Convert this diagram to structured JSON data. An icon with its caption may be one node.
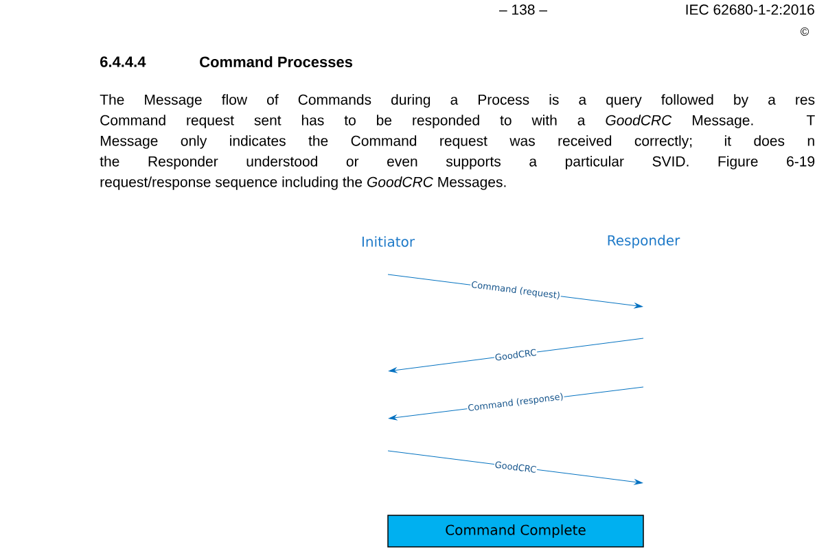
{
  "diagram": {
    "nodes": [
      {
        "text": [
          "Initiator"
        ]
      },
      {
        "text": [
          "Responder"
        ]
      },
      {
        "text": [
          "Command Complete"
        ]
      }
    ],
    "labels": [
      "– 138 –",
      "IEC 62680-1-2:2016",
      "©",
      "6.4.4.4",
      "Command Processes",
      "The Message flow of Commands during a Process is a query followed by a res",
      "Command request sent has to be responded to with a *GoodCRC* Message. T",
      "Message only indicates the Command request was received correctly; it does n",
      "the Responder understood or even supports a particular SVID. Figure 6-19",
      "request/response sequence including the *GoodCRC* Messages.",
      "Command (request)",
      "GoodCRC",
      "Command (response)",
      "GoodCRC"
    ]
  }
}
